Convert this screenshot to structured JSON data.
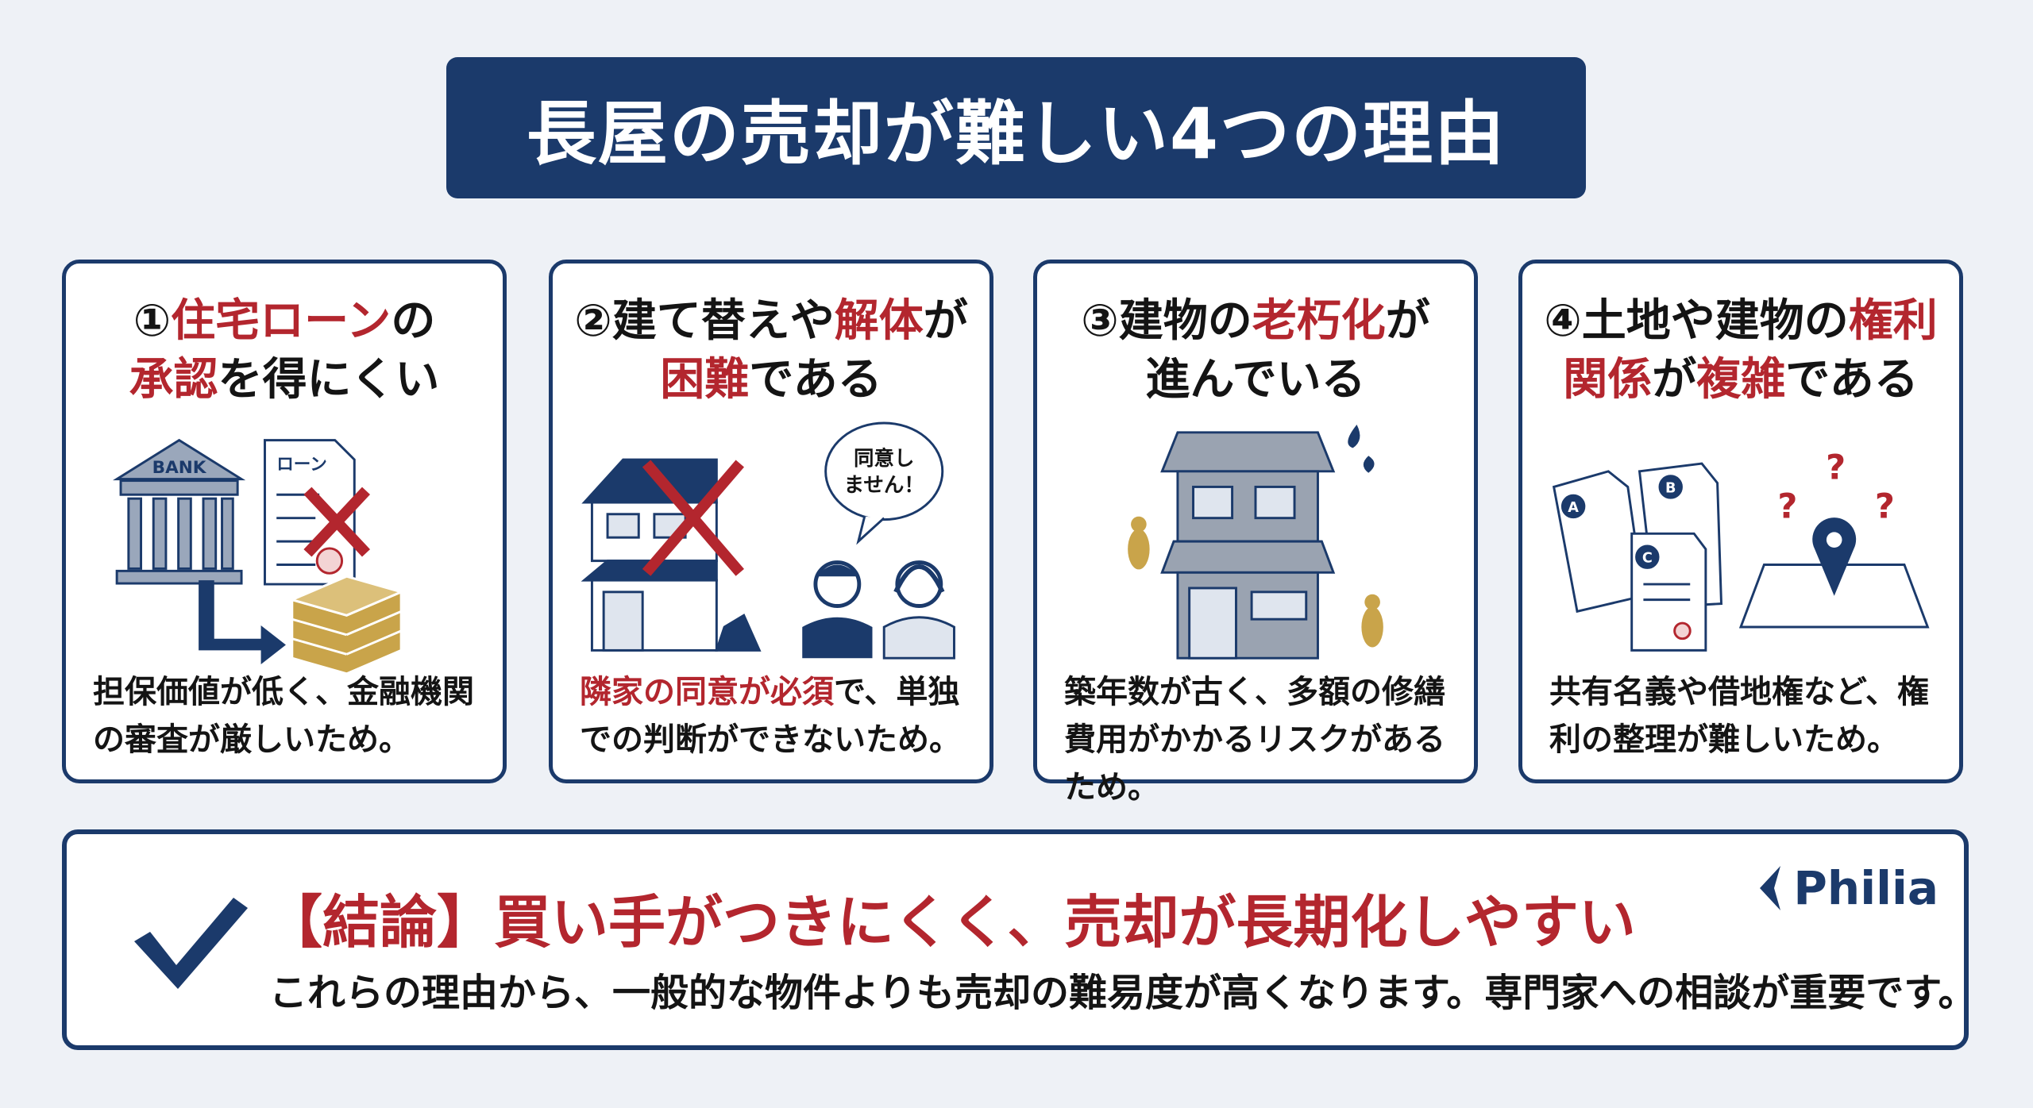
{
  "title": "長屋の売却が難しい4つの理由",
  "colors": {
    "navy": "#1b3a6b",
    "red": "#b3262e",
    "gold": "#c9a44a",
    "background": "#eef1f6"
  },
  "cards": [
    {
      "heading": [
        [
          {
            "text": "①",
            "hl": false
          },
          {
            "text": "住宅ローン",
            "hl": true
          },
          {
            "text": "の",
            "hl": false
          }
        ],
        [
          {
            "text": "承認",
            "hl": true
          },
          {
            "text": "を得にくい",
            "hl": false
          }
        ]
      ],
      "body": [
        {
          "text": "担保価値が低く、金融機関の審査が厳しいため。",
          "hl": false
        }
      ],
      "illustration": {
        "icons": [
          "bank-icon",
          "loan-document-icon",
          "red-x-icon",
          "arrow-icon",
          "money-stack-icon"
        ],
        "bank_label": "BANK",
        "doc_label": "ローン"
      }
    },
    {
      "heading": [
        [
          {
            "text": "②建て替えや",
            "hl": false
          },
          {
            "text": "解体",
            "hl": true
          },
          {
            "text": "が",
            "hl": false
          }
        ],
        [
          {
            "text": "困難",
            "hl": true
          },
          {
            "text": "である",
            "hl": false
          }
        ]
      ],
      "body": [
        {
          "text": "隣家の同意が必須",
          "hl": true
        },
        {
          "text": "で、単独での判断ができないため。",
          "hl": false
        }
      ],
      "illustration": {
        "icons": [
          "row-house-icon",
          "red-x-icon",
          "neighbors-icon",
          "speech-bubble-icon"
        ],
        "bubble_line1": "同意し",
        "bubble_line2": "ません！"
      }
    },
    {
      "heading": [
        [
          {
            "text": "③建物の",
            "hl": false
          },
          {
            "text": "老朽化",
            "hl": true
          },
          {
            "text": "が",
            "hl": false
          }
        ],
        [
          {
            "text": "進んでいる",
            "hl": false
          }
        ]
      ],
      "body": [
        {
          "text": "築年数が古く、多額の修繕費用がかかるリスクがあるため。",
          "hl": false
        }
      ],
      "illustration": {
        "icons": [
          "old-house-icon",
          "termite-icon",
          "sweat-drop-icon"
        ]
      }
    },
    {
      "heading": [
        [
          {
            "text": "④土地や建物の",
            "hl": false
          },
          {
            "text": "権利",
            "hl": true
          }
        ],
        [
          {
            "text": "関係",
            "hl": true
          },
          {
            "text": "が",
            "hl": false
          },
          {
            "text": "複雑",
            "hl": true
          },
          {
            "text": "である",
            "hl": false
          }
        ]
      ],
      "body": [
        {
          "text": "共有名義や借地権など、権利の整理が難しいため。",
          "hl": false
        }
      ],
      "illustration": {
        "icons": [
          "documents-icon",
          "map-pin-icon",
          "question-mark-icon"
        ],
        "doc_labels": [
          "A",
          "B",
          "C"
        ],
        "mark": "?"
      }
    }
  ],
  "conclusion": {
    "headline": "【結論】買い手がつきにくく、売却が長期化しやすい",
    "text": "これらの理由から、一般的な物件よりも売却の難易度が高くなります。専門家への相談が重要です。",
    "logo": "Philia",
    "icon": "checkmark-icon"
  }
}
